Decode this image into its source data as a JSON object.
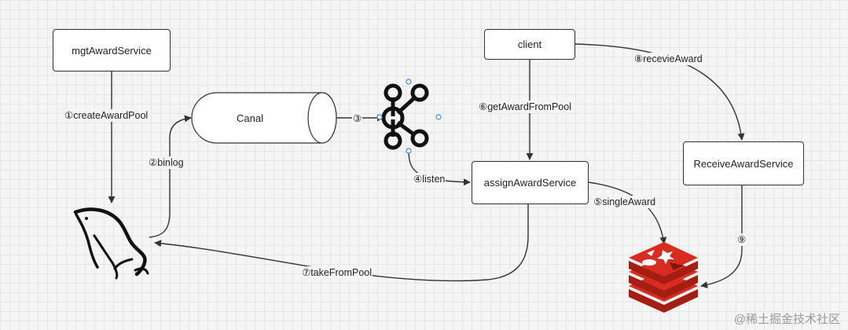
{
  "nodes": {
    "mgt_award_service": "mgtAwardService",
    "canal": "Canal",
    "client": "client",
    "assign_award_service": "assignAwardService",
    "receive_award_service": "ReceiveAwardService"
  },
  "icons": {
    "mysql": "mysql-dolphin-icon",
    "kafka": "kafka-icon",
    "redis": "redis-icon"
  },
  "edges": {
    "create_award_pool": "①createAwardPool",
    "binlog": "②binlog",
    "step3": "③",
    "listen": "④listen",
    "single_award": "⑤singleAward",
    "get_award_from_pool": "⑥getAwardFromPool",
    "take_from_pool": "⑦takeFromPool",
    "recevie_award": "⑧recevieAward",
    "step9": "⑨"
  },
  "watermark": "@稀土掘金技术社区",
  "colors": {
    "line": "#333333",
    "redis_red": "#d82c20",
    "redis_dark": "#a41e11",
    "handle_blue": "#3d8de0"
  }
}
